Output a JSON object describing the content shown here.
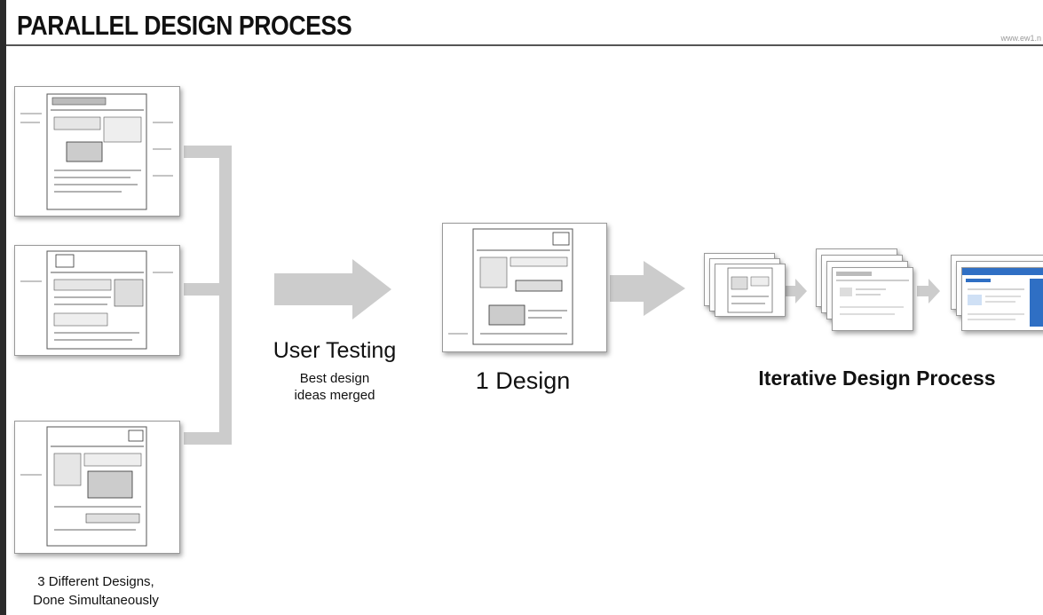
{
  "header": {
    "title": "PARALLEL DESIGN PROCESS",
    "url": "www.ew1.n"
  },
  "labels": {
    "designs_line1": "3 Different Designs,",
    "designs_line2": "Done Simultaneously",
    "user_testing": "User Testing",
    "best_line1": "Best design",
    "best_line2": "ideas merged",
    "one_design": "1 Design",
    "iterative": "Iterative Design Process"
  },
  "colors": {
    "arrow": "#cccccc",
    "sketch_line": "#555555",
    "grid": "#d6d6d6",
    "accent_blue": "#2f6fc4"
  }
}
